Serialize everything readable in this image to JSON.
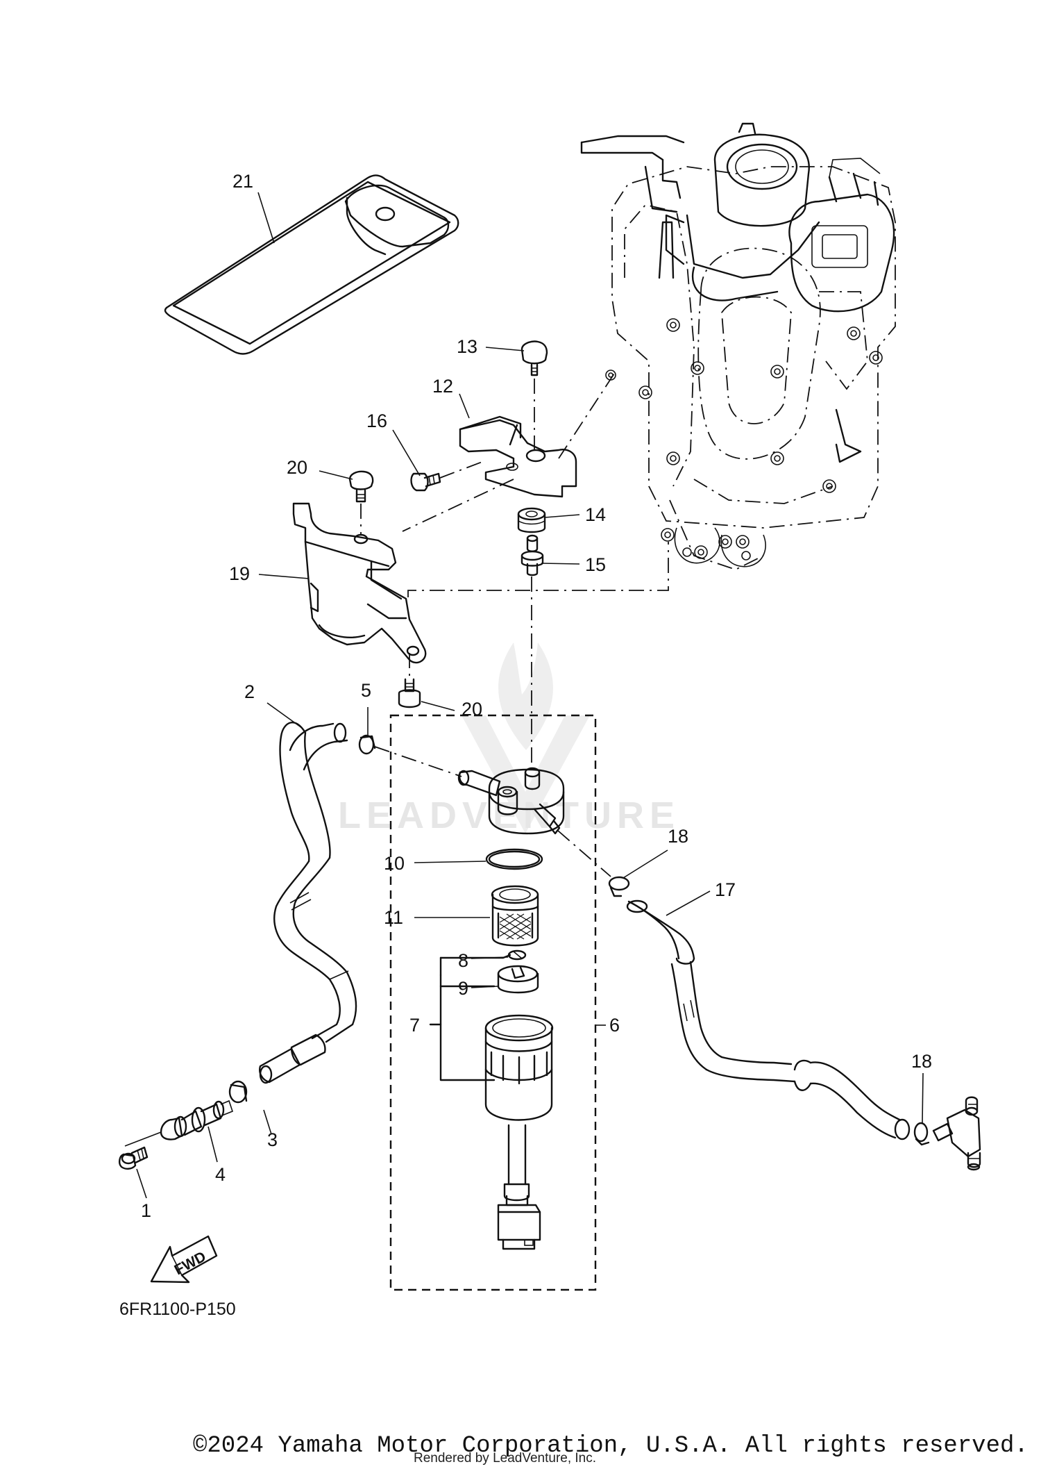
{
  "diagram": {
    "code": "6FR1100-P150",
    "fwd_label": "FWD",
    "watermark": "LEADVENTURE",
    "copyright": "©2024 Yamaha Motor Corporation, U.S.A. All rights reserved.",
    "rendered_by": "Rendered by LeadVenture, Inc.",
    "callouts": {
      "c1": "1",
      "c2": "2",
      "c3": "3",
      "c4": "4",
      "c5": "5",
      "c6": "6",
      "c7": "7",
      "c8": "8",
      "c9": "9",
      "c10": "10",
      "c11": "11",
      "c12": "12",
      "c13": "13",
      "c14": "14",
      "c15": "15",
      "c16": "16",
      "c17": "17",
      "c18a": "18",
      "c18b": "18",
      "c19": "19",
      "c20a": "20",
      "c20b": "20",
      "c21": "21"
    }
  }
}
